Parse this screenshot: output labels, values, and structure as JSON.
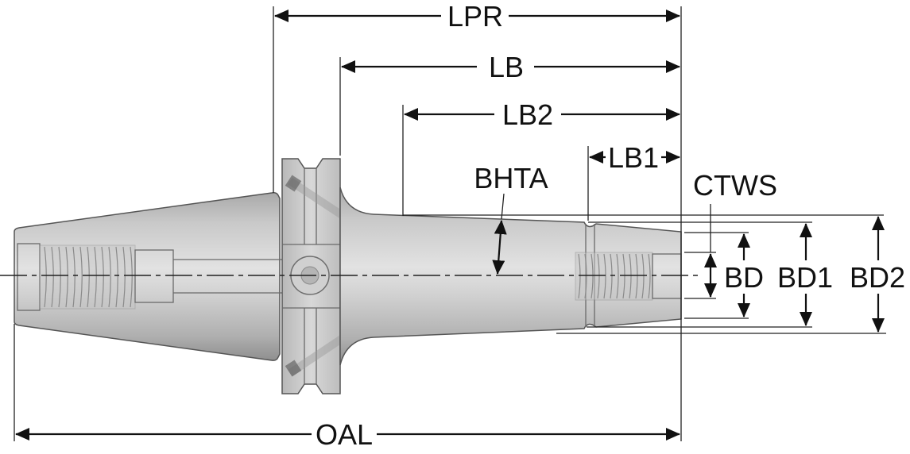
{
  "diagram": {
    "type": "tool-holder-dimension-drawing",
    "colors": {
      "body_light": "#d6d6d6",
      "body_mid": "#b4b4b4",
      "body_dark": "#8e8e8e",
      "line": "#111111"
    },
    "dimensions": {
      "lpr": "LPR",
      "lb": "LB",
      "lb2": "LB2",
      "lb1": "LB1",
      "bhta": "BHTA",
      "ctws": "CTWS",
      "bd": "BD",
      "bd1": "BD1",
      "bd2": "BD2",
      "oal": "OAL"
    }
  }
}
